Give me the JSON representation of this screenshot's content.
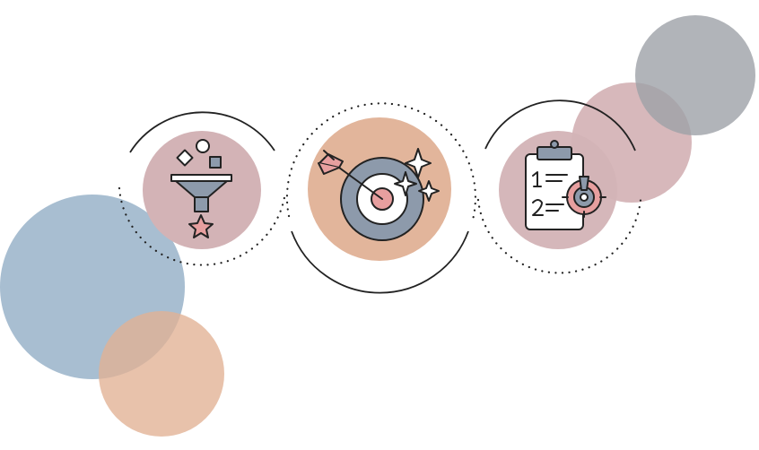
{
  "palette": {
    "blue": "#a8bed1",
    "peach": "#e8bfa6",
    "rose": "#d9b1b3",
    "gray": "#b1b3b8",
    "icon_disc_rose": "#d3b3b6",
    "icon_disc_peach": "#e2b59b",
    "icon_slate": "#8d9aab",
    "icon_pink": "#e79f9f",
    "ink": "#222222"
  },
  "icons": [
    {
      "name": "funnel-icon",
      "meaning": "filter"
    },
    {
      "name": "target-icon",
      "meaning": "goal"
    },
    {
      "name": "clipboard-target-icon",
      "meaning": "plan"
    }
  ]
}
